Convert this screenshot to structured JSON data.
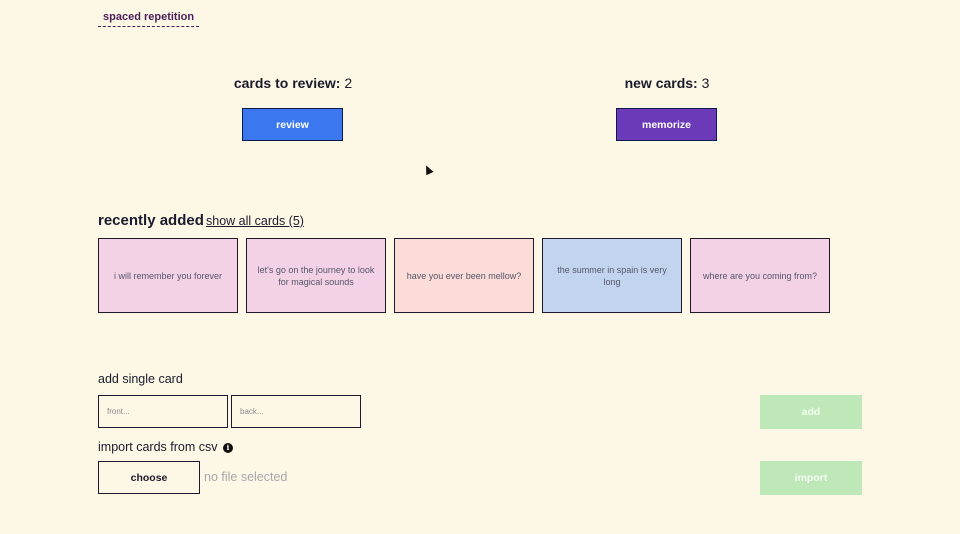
{
  "header": {
    "brand": "spaced repetition"
  },
  "review": {
    "label": "cards to review:",
    "count": "2",
    "button_label": "review",
    "button_color": "#3b78f0"
  },
  "memorize": {
    "label": "new cards:",
    "count": "3",
    "button_label": "memorize",
    "button_color": "#6a3ab8"
  },
  "recent": {
    "title": "recently added",
    "show_all": "show all cards (5)",
    "cards": [
      {
        "text": "i will remember you forever",
        "color": "#f3d2e6"
      },
      {
        "text": "let's go on the journey to look for magical sounds",
        "color": "#f3d2e6"
      },
      {
        "text": "have you ever been mellow?",
        "color": "#fcdcd8"
      },
      {
        "text": "the summer in spain is very long",
        "color": "#c3d5ee"
      },
      {
        "text": "where are you coming from?",
        "color": "#f3d2e6"
      }
    ]
  },
  "add_card": {
    "title": "add single card",
    "front_placeholder": "front...",
    "back_placeholder": "back...",
    "button_label": "add"
  },
  "import": {
    "title": "import cards from csv",
    "info_icon": "info-icon",
    "choose_label": "choose",
    "file_status": "no file selected",
    "button_label": "import"
  }
}
